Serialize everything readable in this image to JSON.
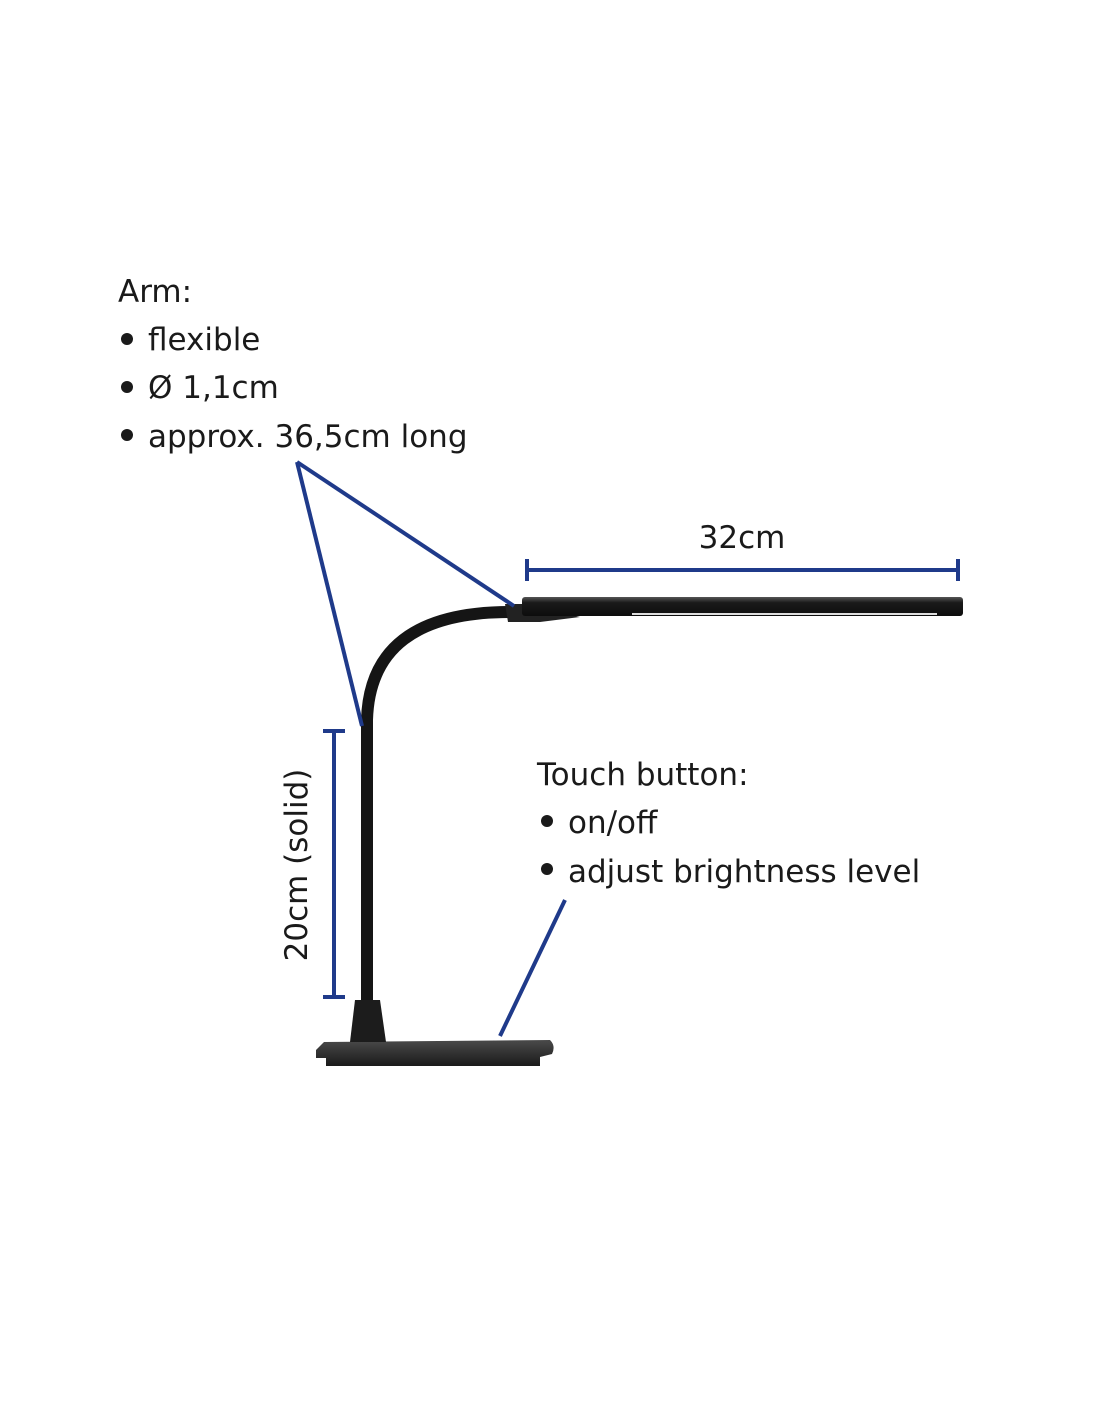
{
  "arm": {
    "title": "Arm:",
    "bullets": [
      "flexible",
      "Ø 1,1cm",
      "approx. 36,5cm long"
    ]
  },
  "touch_button": {
    "title": "Touch button:",
    "bullets": [
      "on/off",
      "adjust brightness level"
    ]
  },
  "dimensions": {
    "head_length": "32cm",
    "solid_height": "20cm (solid)"
  },
  "colors": {
    "annotation_line": "#1f3a8a",
    "lamp": "#1c1c1c",
    "text": "#1a1a1a"
  }
}
